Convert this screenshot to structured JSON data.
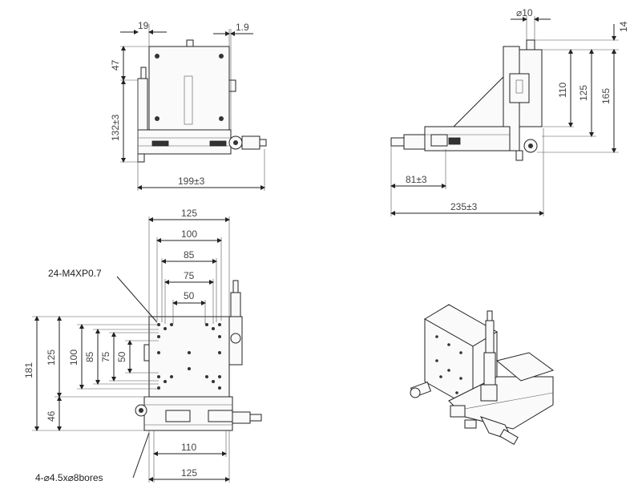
{
  "views": {
    "front": {
      "dims": {
        "top_left_width": "19",
        "top_right_width": "1.9",
        "upper_height": "47",
        "lower_height": "132±3",
        "overall_width": "199±3"
      }
    },
    "side": {
      "dims": {
        "diameter": "⌀10",
        "top_offset": "14",
        "inner_height": "110",
        "mid_height": "125",
        "overall_height": "165",
        "short_width": "81±3",
        "overall_width": "235±3"
      }
    },
    "top": {
      "thread_note": "24-M4XP0.7",
      "bore_note": "4-⌀4.5x⌀8bores",
      "horizontal_dims": [
        "125",
        "100",
        "85",
        "75",
        "50"
      ],
      "vertical_dims": [
        "181",
        "125",
        "100",
        "85",
        "75",
        "50",
        "46"
      ],
      "bottom_dims": [
        "110",
        "125"
      ]
    }
  }
}
